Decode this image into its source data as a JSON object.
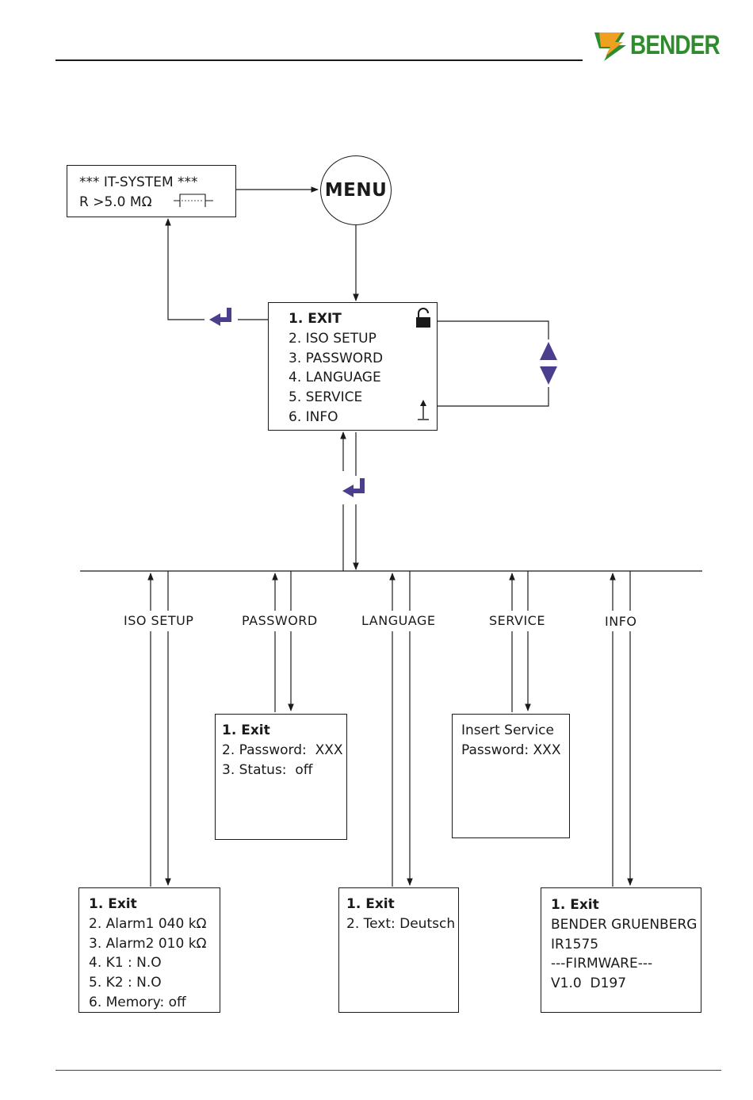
{
  "header": {
    "logo_text": "BENDER"
  },
  "status_display": {
    "line1": "*** IT-SYSTEM ***",
    "line2": "R >5.0 MΩ"
  },
  "menu_button": {
    "label": "MENU"
  },
  "main_menu": {
    "items": [
      "1. EXIT",
      "2. ISO SETUP",
      "3. PASSWORD",
      "4. LANGUAGE",
      "5. SERVICE",
      "6. INFO"
    ]
  },
  "branches": {
    "labels": [
      "ISO SETUP",
      "PASSWORD",
      "LANGUAGE",
      "SERVICE",
      "INFO"
    ]
  },
  "iso_setup_menu": {
    "items": [
      "1. Exit",
      "2. Alarm1 040 kΩ",
      "3. Alarm2 010 kΩ",
      "4. K1 : N.O",
      "5. K2 : N.O",
      "6. Memory: off"
    ]
  },
  "password_menu": {
    "items": [
      "1. Exit",
      "2. Password:  XXX",
      "3. Status:  off"
    ]
  },
  "language_menu": {
    "items": [
      "1. Exit",
      "2. Text: Deutsch"
    ]
  },
  "service_menu": {
    "items": [
      "Insert Service",
      "Password: XXX"
    ]
  },
  "info_menu": {
    "items": [
      "1. Exit",
      "BENDER GRUENBERG",
      "IR1575",
      "---FIRMWARE---",
      "V1.0  D197"
    ]
  },
  "colors": {
    "accent_arrow": "#4a3f8f",
    "logo_green": "#2e8b2e",
    "logo_orange": "#f0a020",
    "line": "#1a1a1a"
  },
  "icons": [
    "enter-key-icon",
    "up-triangle-icon",
    "down-triangle-icon",
    "unlock-icon",
    "reset-icon",
    "pulse-symbol-icon"
  ]
}
